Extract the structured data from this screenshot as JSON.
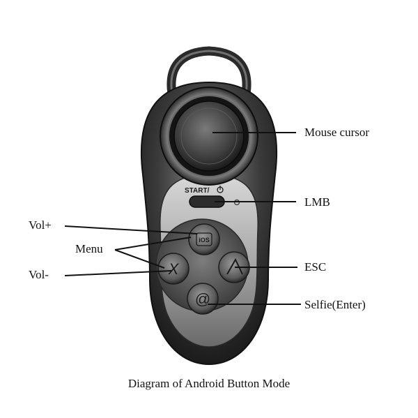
{
  "diagram": {
    "caption": "Diagram of Android Button Mode",
    "device_label": "START/",
    "watermark_text": "",
    "callouts": {
      "mouse_cursor": "Mouse cursor",
      "lmb": "LMB",
      "vol_plus": "Vol+",
      "menu": "Menu",
      "vol_minus": "Vol-",
      "esc": "ESC",
      "selfie": "Selfie(Enter)"
    },
    "buttons": {
      "top_icon": "iOS",
      "left_icon": "X",
      "bottom_icon": "@"
    }
  }
}
